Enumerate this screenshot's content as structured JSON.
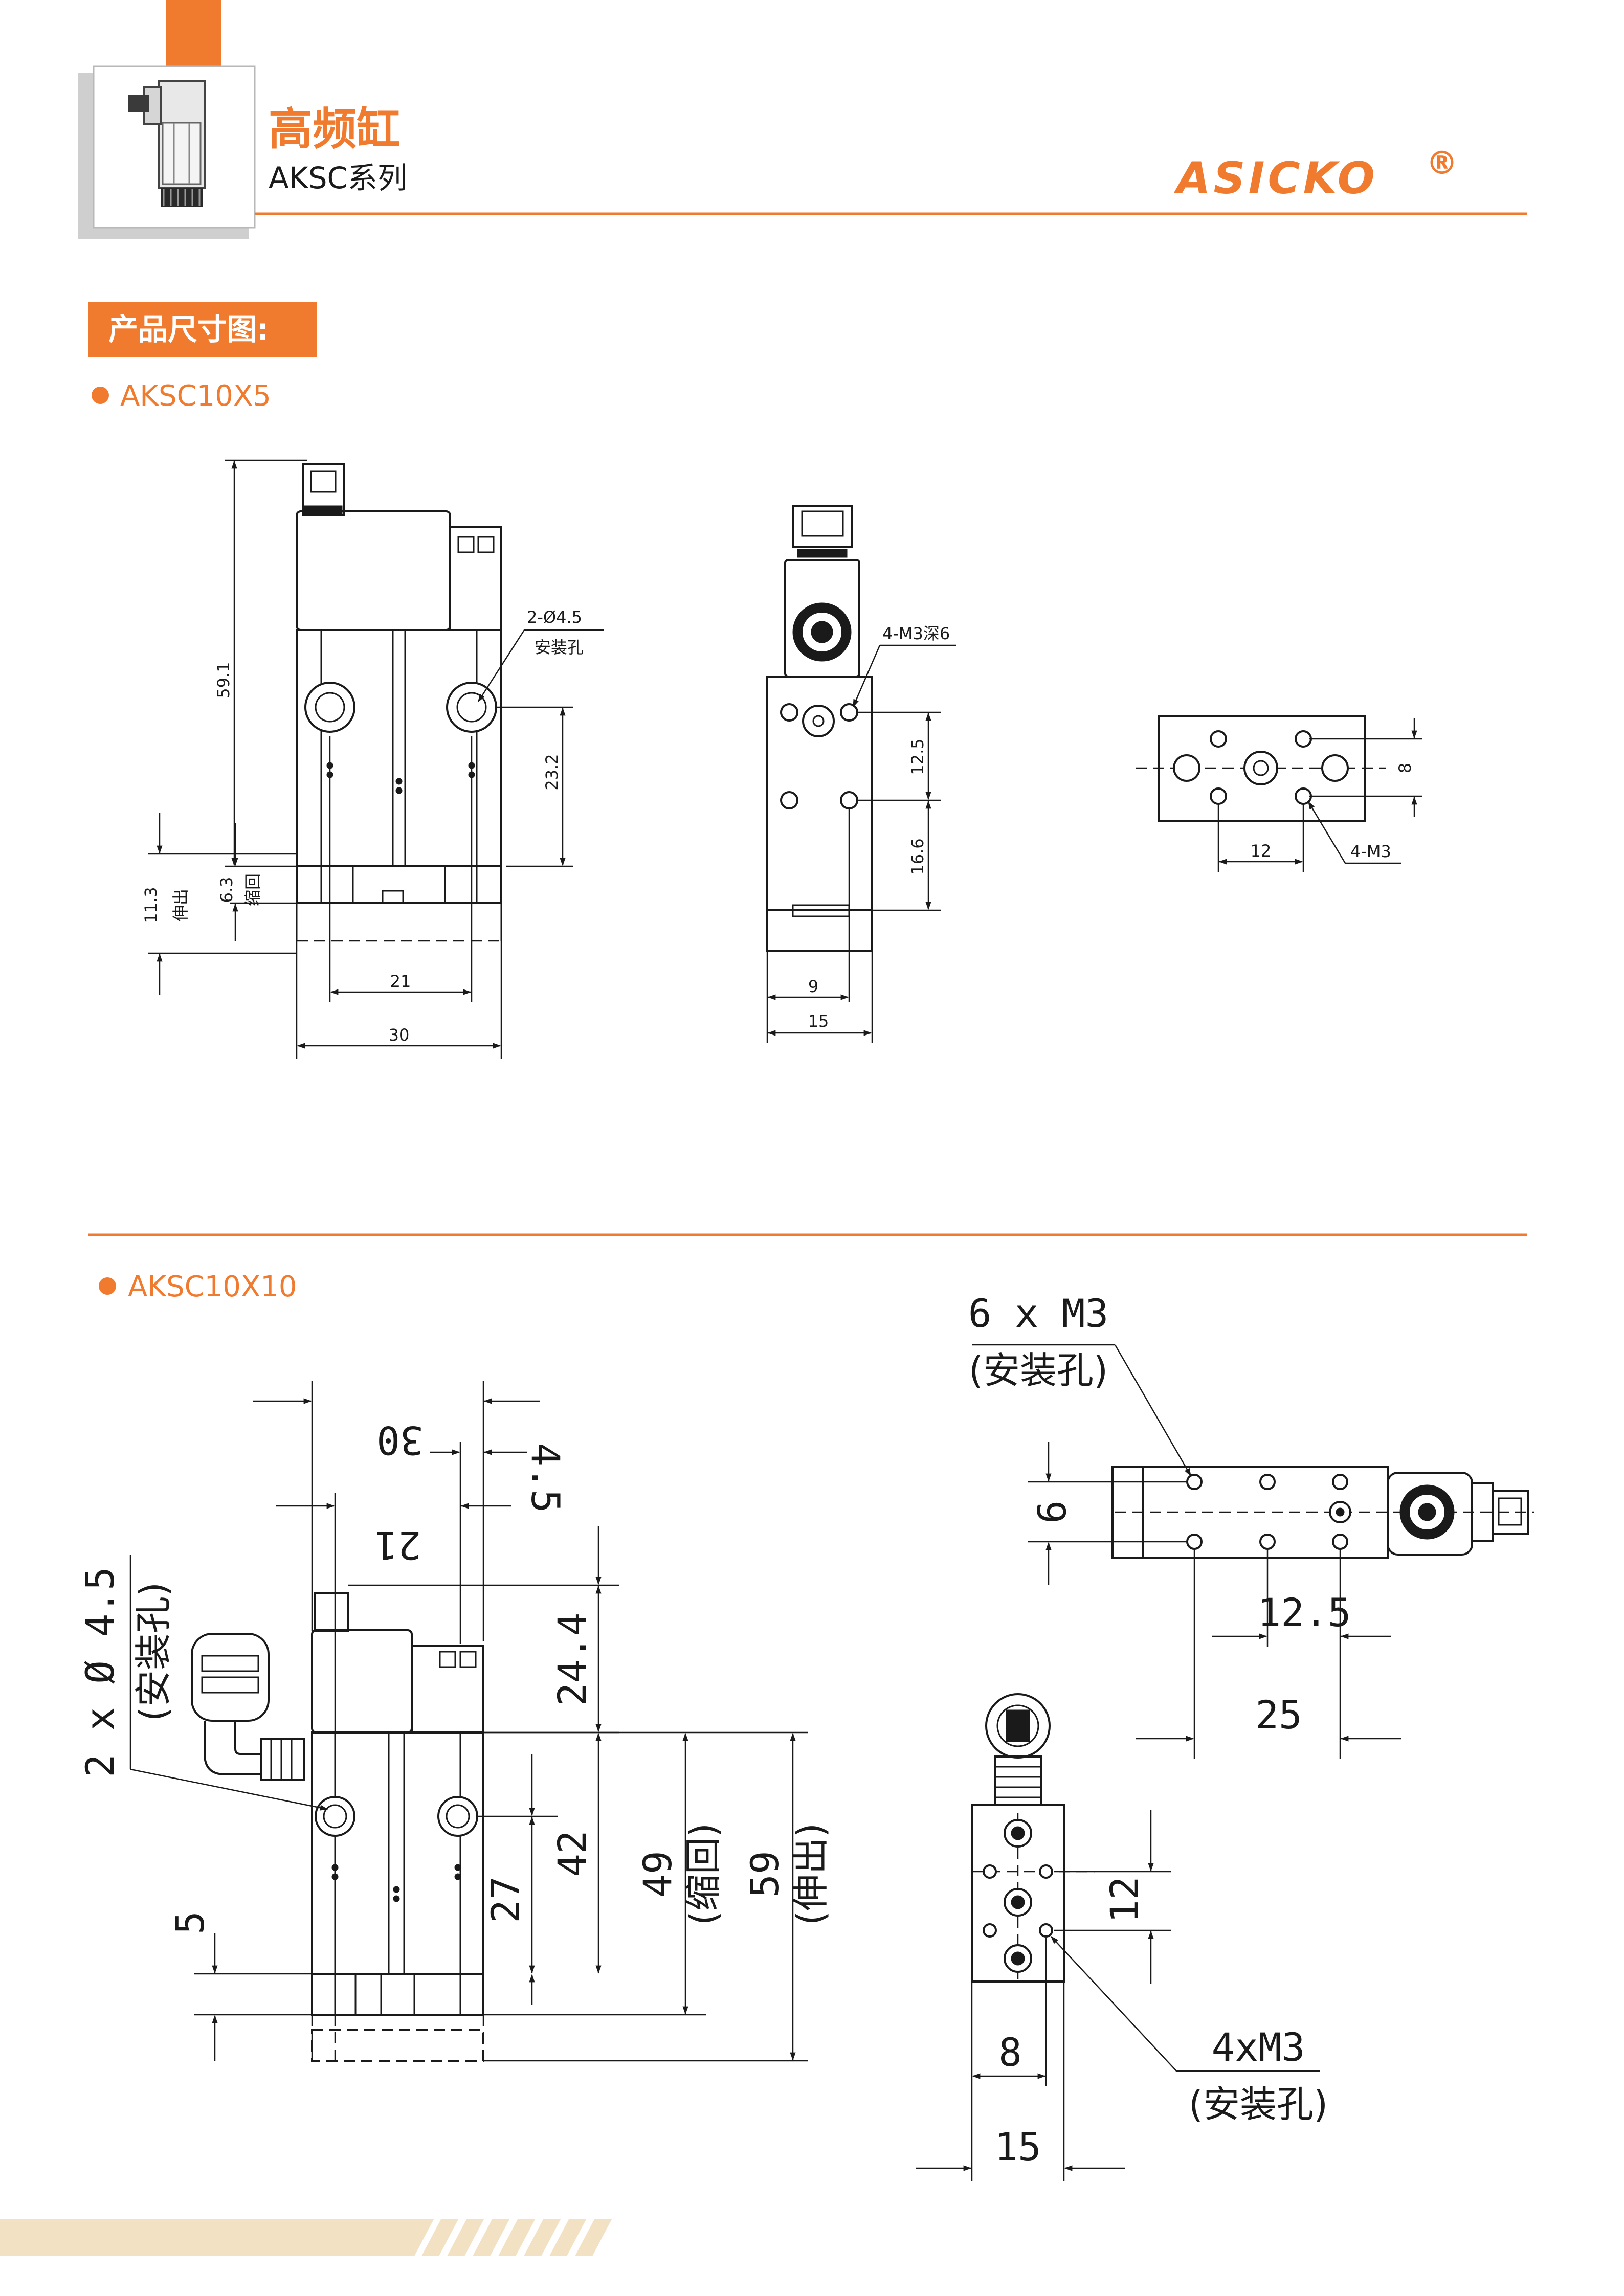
{
  "header": {
    "title": "高频缸",
    "series": "AKSC系列",
    "brand": "ASICKO",
    "registered": "®"
  },
  "section": {
    "label": "产品尺寸图:"
  },
  "model_a": {
    "name": "AKSC10X5",
    "dims": {
      "d59_1": "59.1",
      "holes": "2-Ø4.5",
      "holes_note": "安装孔",
      "d23_2": "23.2",
      "d11_3": "11.3",
      "extend": "伸出",
      "d6_3": "6.3",
      "retract": "缩回",
      "d21": "21",
      "d30": "30",
      "m3_deep": "4-M3深6",
      "d12_5": "12.5",
      "d16_6": "16.6",
      "d9": "9",
      "d15": "15",
      "d8": "8",
      "d12": "12",
      "m3": "4-M3"
    }
  },
  "model_b": {
    "name": "AKSC10X10",
    "dims": {
      "m3_6x": "6 x M3",
      "mount": "(安装孔)",
      "d9": "9",
      "d12_5": "12.5",
      "d25": "25",
      "d30": "30",
      "d4_5": "4.5",
      "d21": "21",
      "d24_4": "24.4",
      "holes_2x": "2 x Ø 4.5",
      "holes_mount": "(安装孔)",
      "d42": "42",
      "d27": "27",
      "d49": "49",
      "retract": "(缩回)",
      "d59": "59",
      "extend": "(伸出)",
      "d5": "5",
      "d12": "12",
      "m3_4x": "4xM3",
      "mount2": "(安装孔)",
      "d8": "8",
      "d15": "15"
    }
  },
  "colors": {
    "accent": "#f07b2f",
    "text": "#1a1a1a",
    "stripe": "#f2e1c2"
  }
}
